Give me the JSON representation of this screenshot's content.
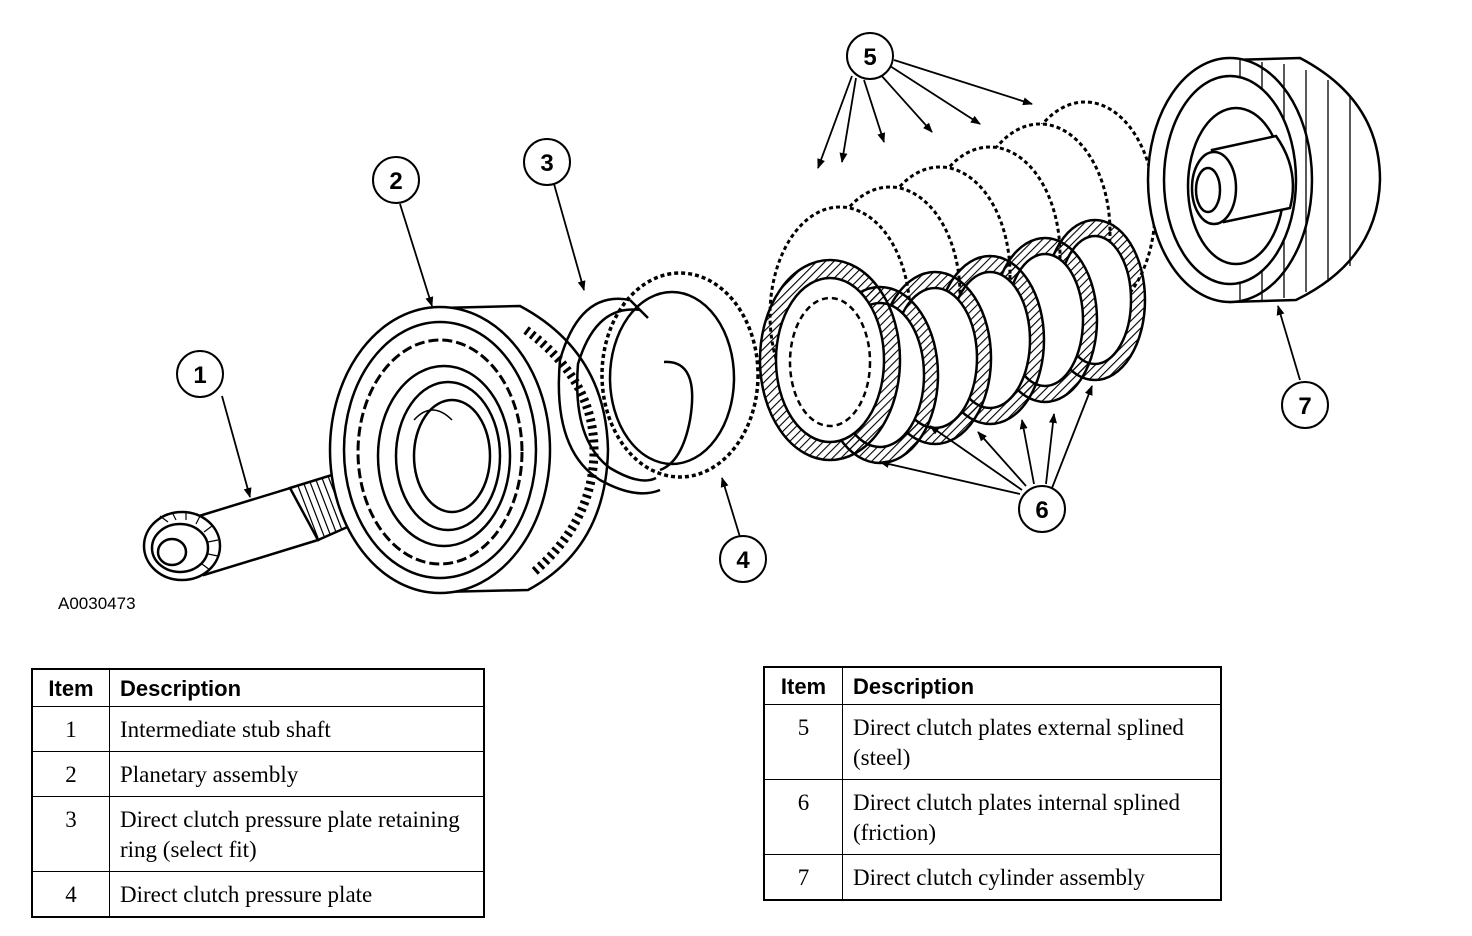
{
  "figure_id": "A0030473",
  "callouts": [
    "1",
    "2",
    "3",
    "4",
    "5",
    "6",
    "7"
  ],
  "table_headers": {
    "item": "Item",
    "description": "Description"
  },
  "left_table": [
    {
      "item": "1",
      "description": "Intermediate stub shaft"
    },
    {
      "item": "2",
      "description": "Planetary assembly"
    },
    {
      "item": "3",
      "description": "Direct clutch pressure plate retaining ring (select fit)"
    },
    {
      "item": "4",
      "description": "Direct clutch pressure plate"
    }
  ],
  "right_table": [
    {
      "item": "5",
      "description": "Direct clutch plates external splined (steel)"
    },
    {
      "item": "6",
      "description": "Direct clutch plates internal splined (friction)"
    },
    {
      "item": "7",
      "description": "Direct clutch cylinder assembly"
    }
  ]
}
